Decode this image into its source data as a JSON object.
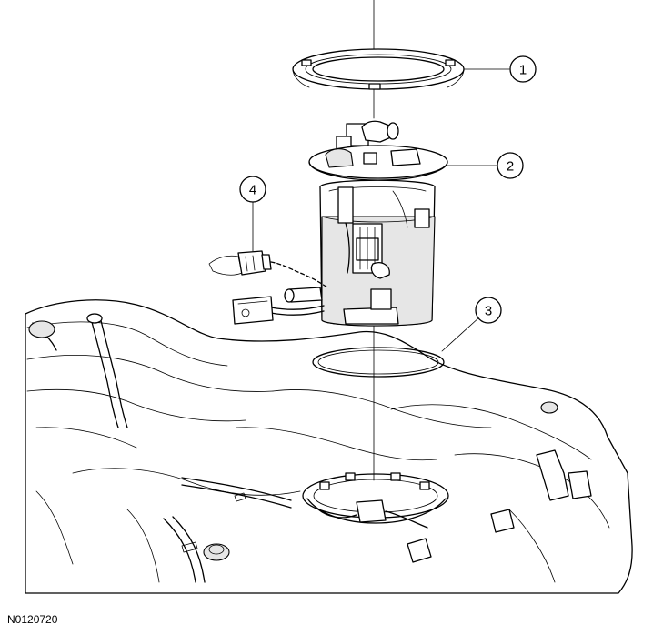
{
  "figure_id": "N0120720",
  "callouts": [
    {
      "number": "1",
      "part": "lock-ring"
    },
    {
      "number": "2",
      "part": "fuel-pump-module"
    },
    {
      "number": "3",
      "part": "gasket-seal"
    },
    {
      "number": "4",
      "part": "electrical-connector"
    }
  ]
}
